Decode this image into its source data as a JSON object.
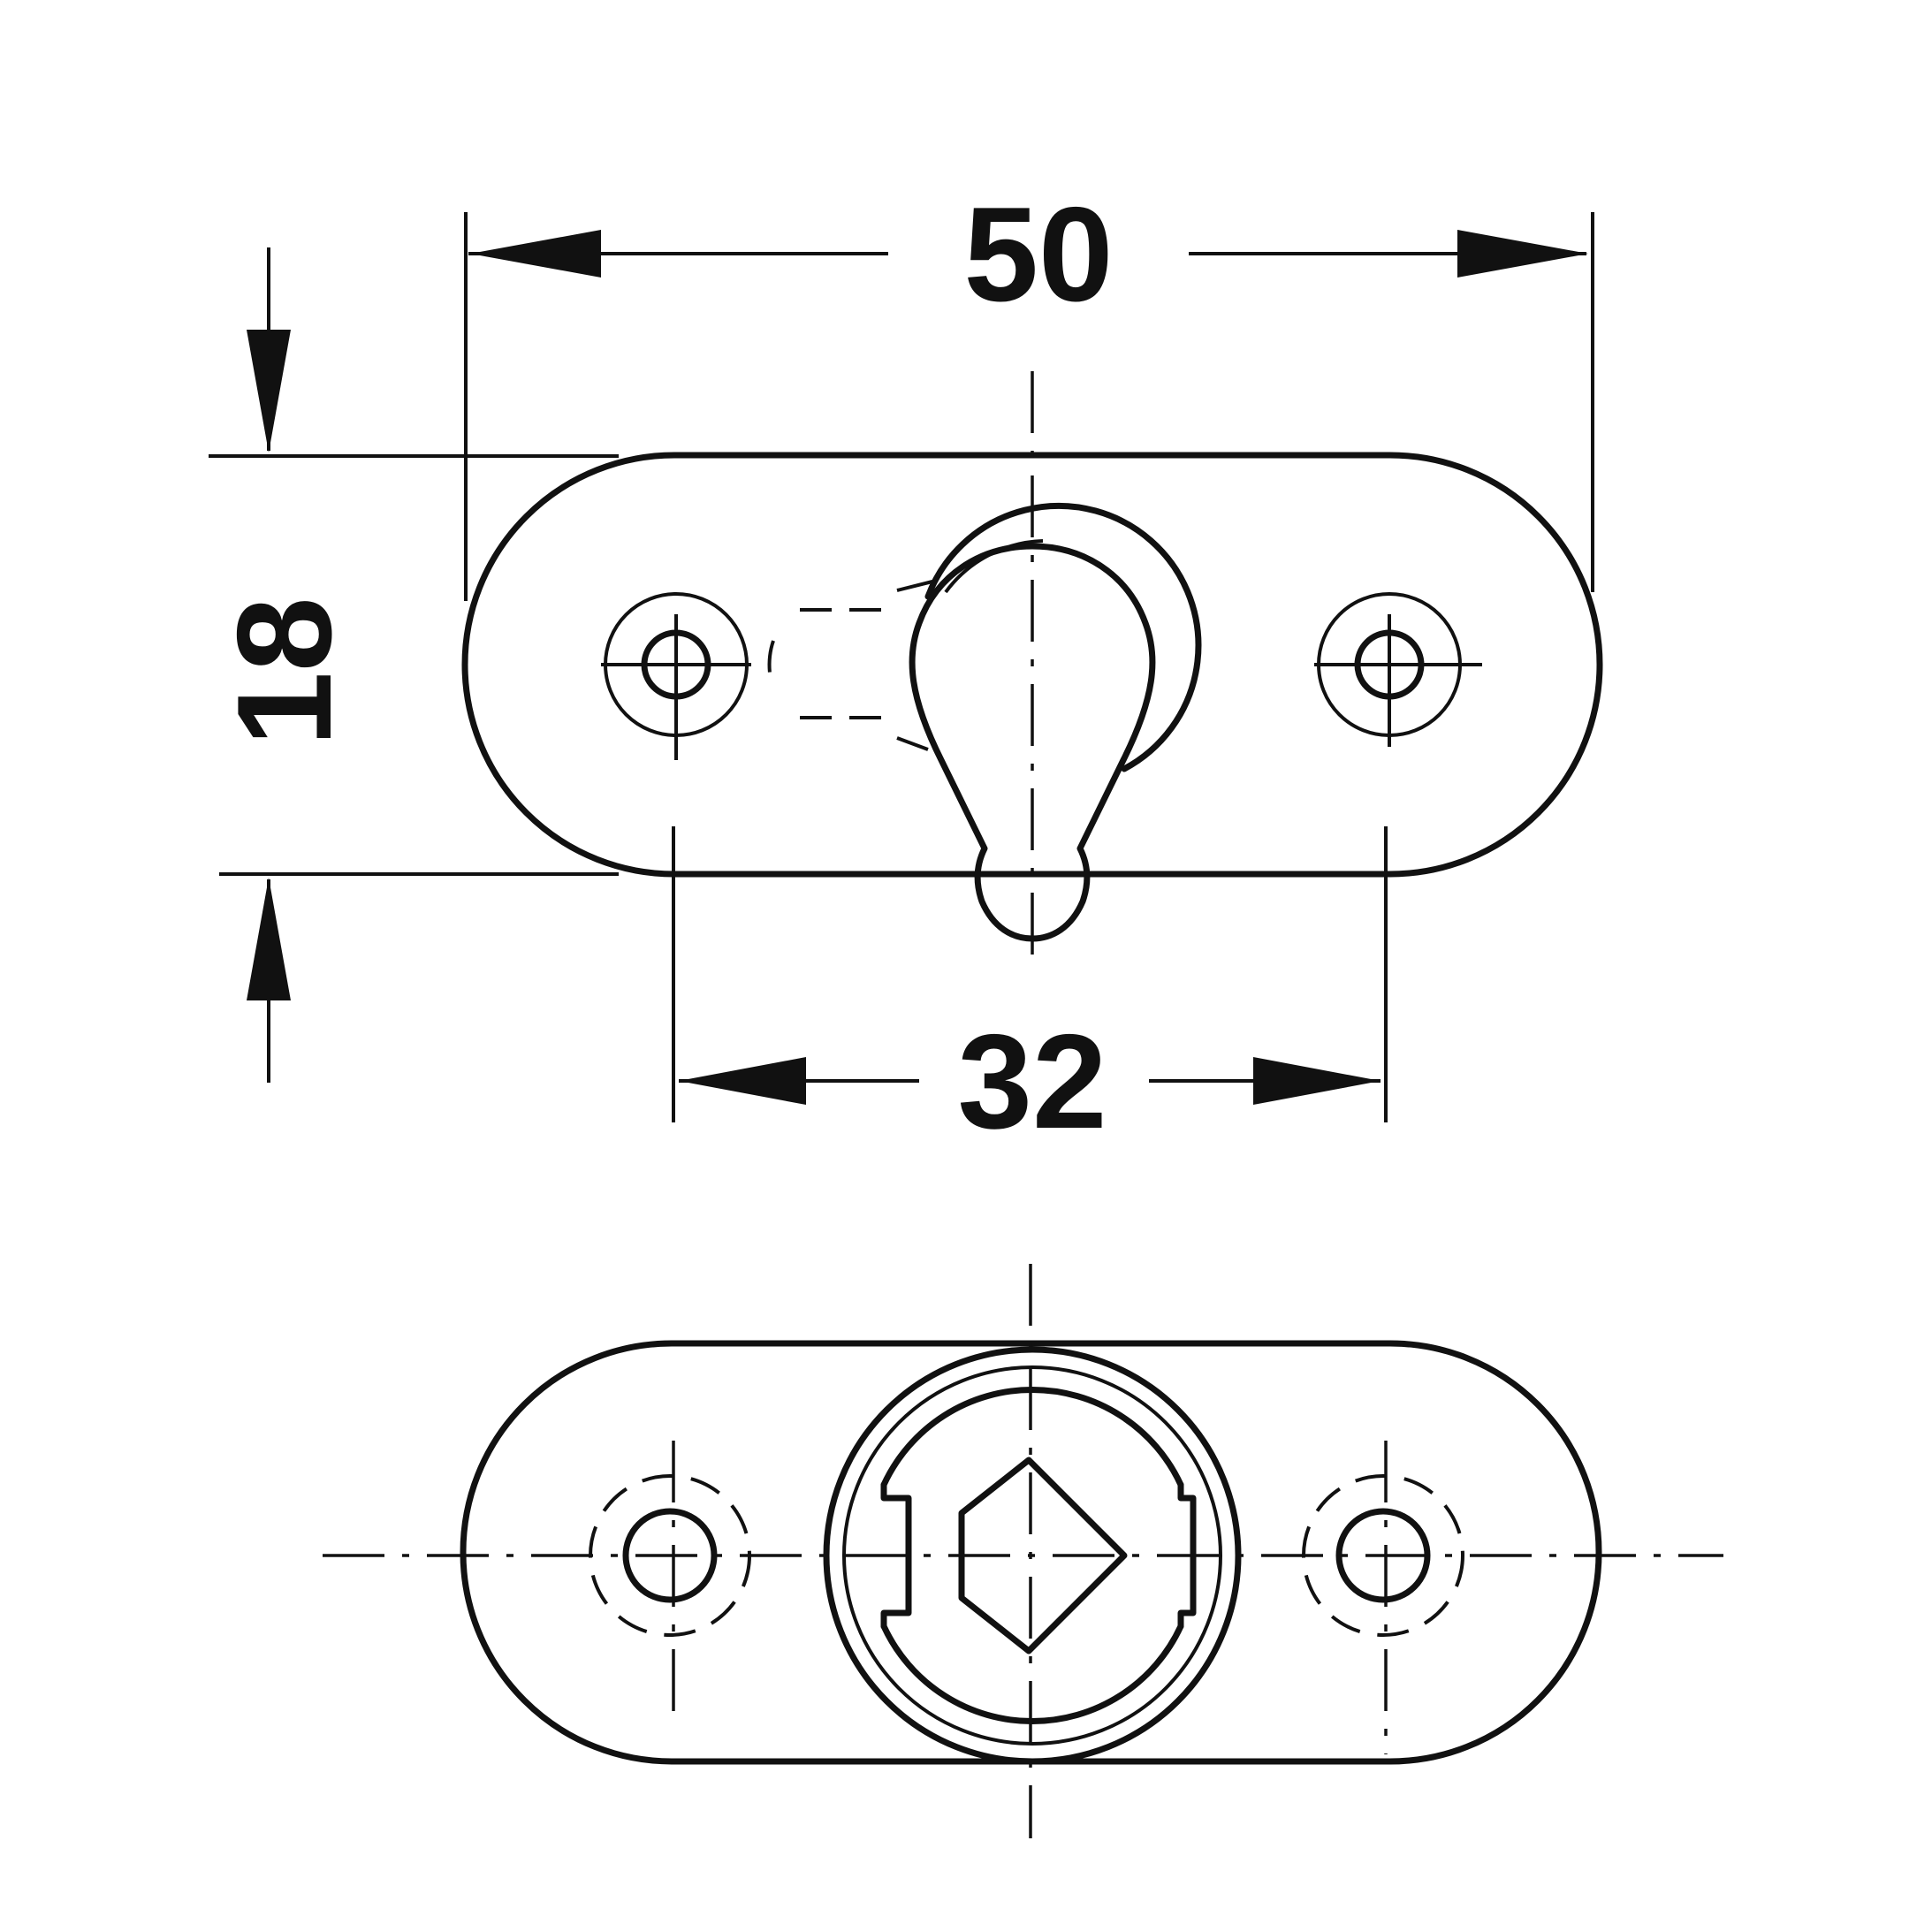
{
  "dimensions": {
    "overall_length": "50",
    "height": "18",
    "hole_spacing": "32"
  },
  "colors": {
    "line": "#111111",
    "background": "#ffffff"
  }
}
